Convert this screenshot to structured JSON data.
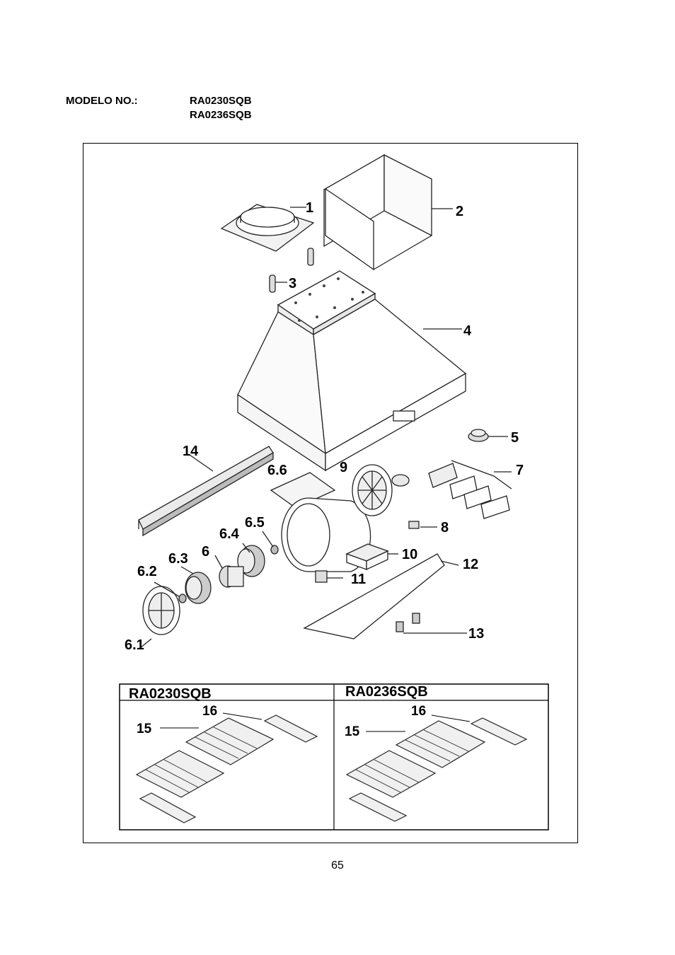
{
  "header": {
    "label": "MODELO NO.:",
    "models": [
      "RA0230SQB",
      "RA0236SQB"
    ]
  },
  "callouts": {
    "c1": "1",
    "c2": "2",
    "c3": "3",
    "c4": "4",
    "c5": "5",
    "c6": "6",
    "c6_1": "6.1",
    "c6_2": "6.2",
    "c6_3": "6.3",
    "c6_4": "6.4",
    "c6_5": "6.5",
    "c6_6": "6.6",
    "c7": "7",
    "c8": "8",
    "c9": "9",
    "c10": "10",
    "c11": "11",
    "c12": "12",
    "c13": "13",
    "c14": "14"
  },
  "filter_table": {
    "left_title": "RA0230SQB",
    "right_title": "RA0236SQB",
    "label_15": "15",
    "label_16": "16"
  },
  "page_number": "65"
}
